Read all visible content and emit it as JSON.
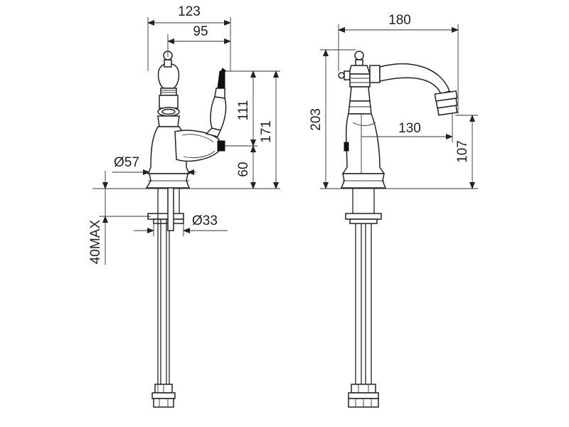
{
  "drawing": {
    "front_view": {
      "overall_width": "123",
      "handle_offset": "95",
      "handle_height": "111",
      "total_height": "171",
      "body_height": "60",
      "base_diameter": "Ø57",
      "shank_diameter": "Ø33",
      "max_mount_thickness": "40MAX"
    },
    "side_view": {
      "overall_width": "180",
      "total_height": "203",
      "spout_reach": "130",
      "spout_height": "107"
    }
  }
}
